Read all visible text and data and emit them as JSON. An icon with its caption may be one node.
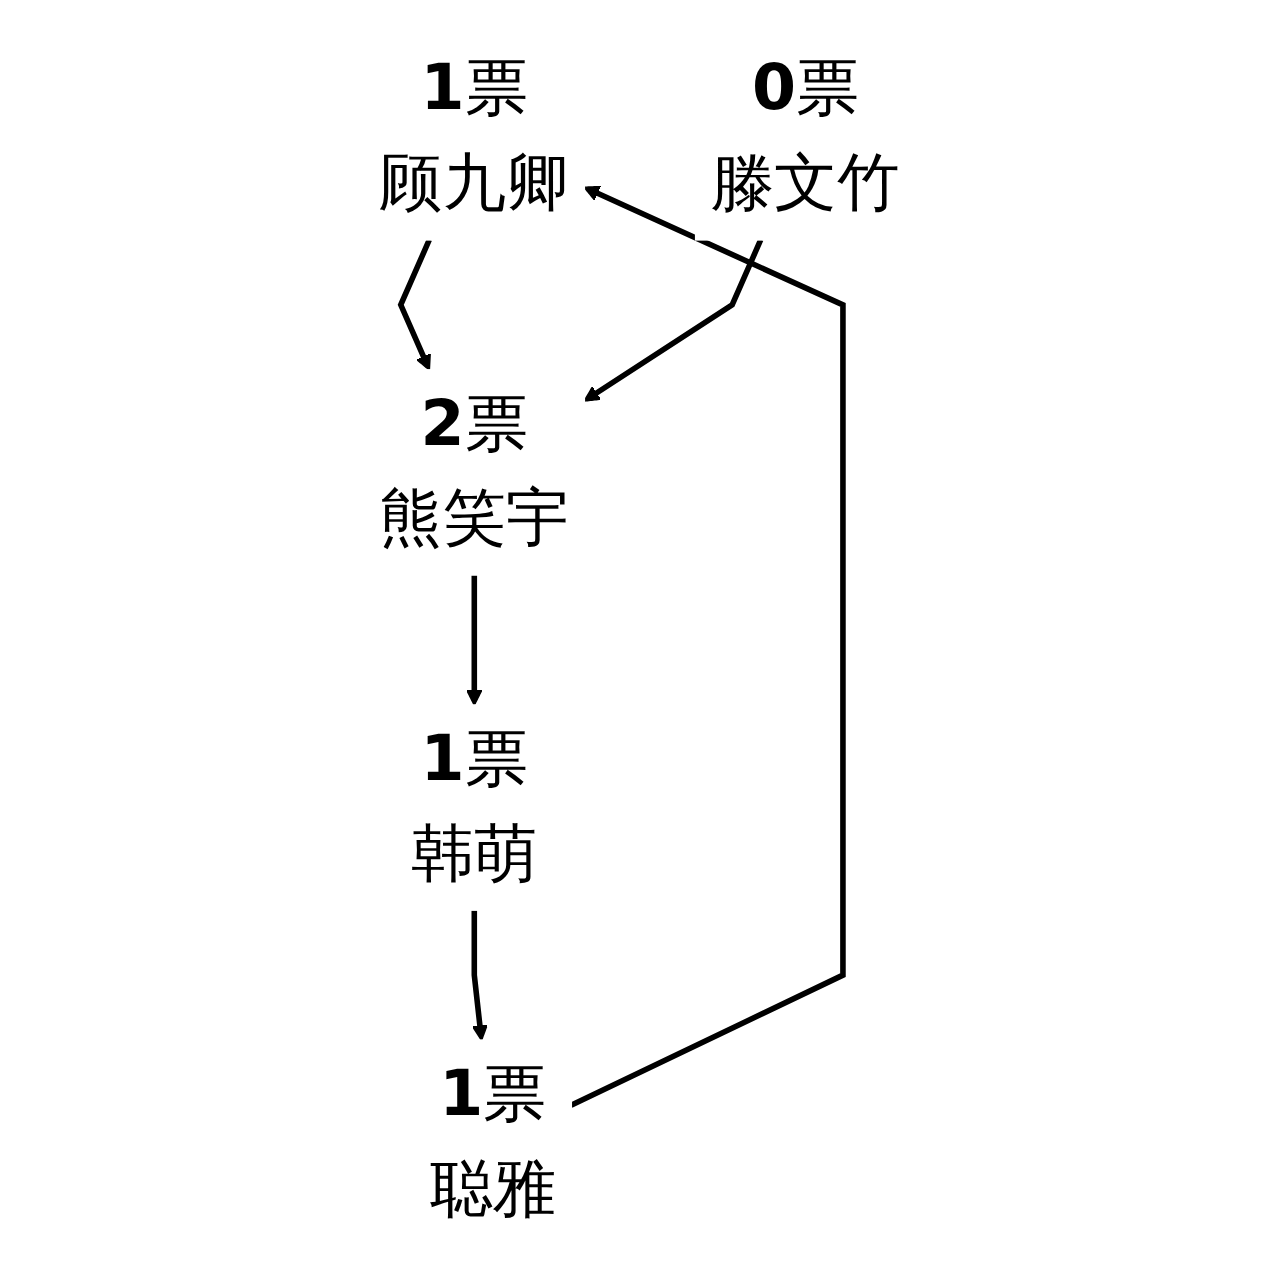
{
  "diagram": {
    "nodes": [
      {
        "text": [
          "**1**票",
          "顾九卿"
        ]
      },
      {
        "text": [
          "**1**票",
          "韩萌"
        ]
      },
      {
        "text": [
          "**0**票",
          "滕文竹"
        ]
      },
      {
        "text": [
          "**2**票",
          "熊笑宇"
        ]
      },
      {
        "text": [
          "**1**票",
          "聪雅"
        ]
      }
    ],
    "edges": [
      {
        "from": 0,
        "to": 3,
        "arrow": "to"
      },
      {
        "from": 2,
        "to": 3,
        "arrow": "to"
      },
      {
        "from": 1,
        "to": 4,
        "arrow": "to"
      },
      {
        "from": 3,
        "to": 1,
        "arrow": "to"
      },
      {
        "from": 4,
        "to": 0,
        "arrow": "to"
      }
    ]
  }
}
